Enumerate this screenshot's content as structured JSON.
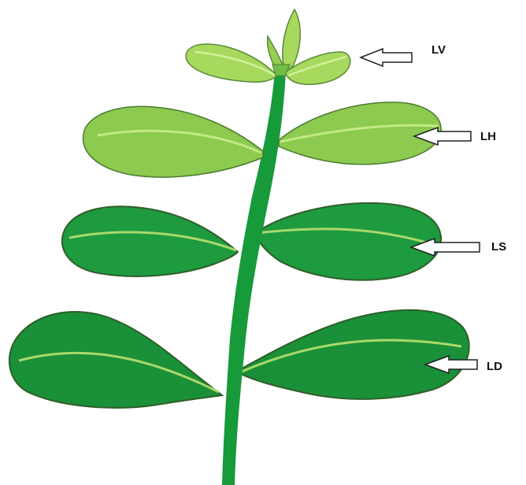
{
  "diagram": {
    "labels": [
      {
        "id": "lv",
        "text": "LV"
      },
      {
        "id": "lh",
        "text": "LH"
      },
      {
        "id": "ls",
        "text": "LS"
      },
      {
        "id": "ld",
        "text": "LD"
      }
    ],
    "colors": {
      "stem": "#169a3a",
      "leaf_young": "#9fd45a",
      "leaf_light": "#8ccb4f",
      "leaf_medium": "#1e9a3f",
      "leaf_dark": "#1a9038",
      "vein": "#b8e07a",
      "outline": "#3c6a2c",
      "arrow": "#222222"
    }
  }
}
